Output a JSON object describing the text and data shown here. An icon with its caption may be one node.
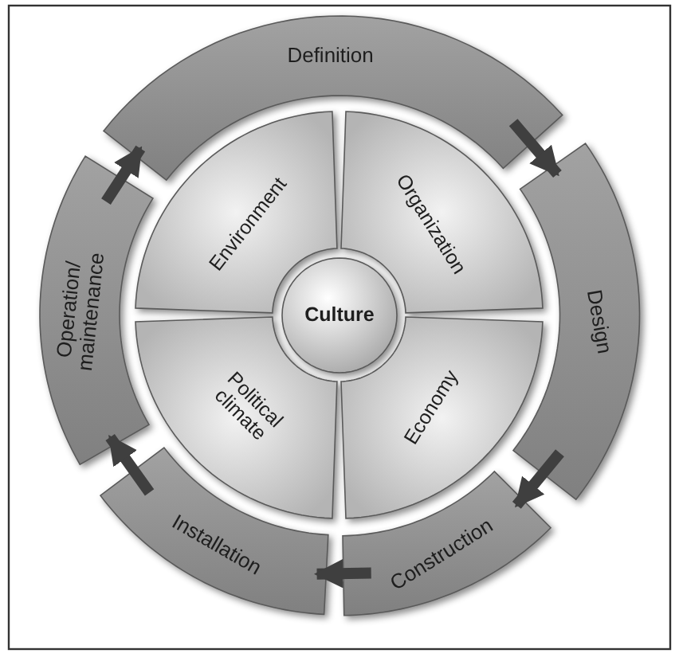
{
  "diagram": {
    "nodes": [
      {
        "text": [
          "Definition"
        ]
      },
      {
        "text": [
          "Operation/ maintenance"
        ]
      },
      {
        "text": [
          "Design"
        ]
      },
      {
        "text": [
          "Environment"
        ]
      },
      {
        "text": [
          "Organization"
        ]
      },
      {
        "text": [
          "Culture"
        ]
      },
      {
        "text": [
          "Political climate"
        ]
      },
      {
        "text": [
          "Economy"
        ]
      },
      {
        "text": [
          "Installation"
        ]
      },
      {
        "text": [
          "Construction"
        ]
      }
    ],
    "edges": [
      {
        "from": 1,
        "to": 0,
        "arrow": "to"
      },
      {
        "from": 0,
        "to": 2,
        "arrow": "to"
      },
      {
        "from": 2,
        "to": 9,
        "arrow": "to"
      },
      {
        "from": 9,
        "to": 8,
        "arrow": "to"
      },
      {
        "from": 8,
        "to": 1,
        "arrow": "to"
      }
    ]
  }
}
